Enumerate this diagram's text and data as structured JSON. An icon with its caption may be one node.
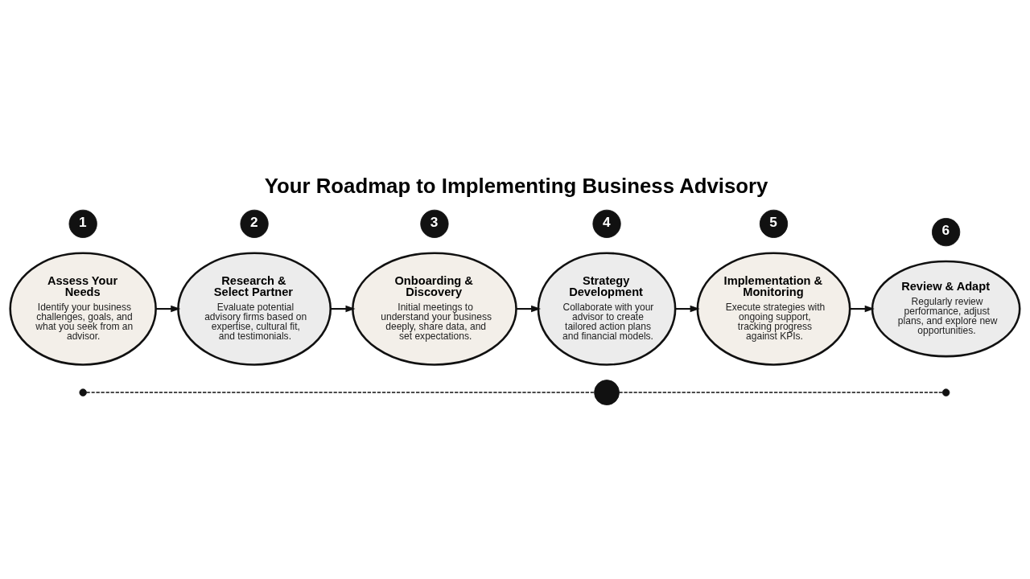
{
  "diagram": {
    "title": "Your Roadmap to Implementing Business Advisory",
    "nodes": [
      {
        "text": [
          "1"
        ]
      },
      {
        "text": [
          "Assess Your Needs",
          "Identify your business challenges, goals, and what you seek from an advisor."
        ]
      },
      {
        "text": [
          "2"
        ]
      },
      {
        "text": [
          "Research & Select Partner",
          "Evaluate potential advisory firms based on expertise, cultural fit, and testimonials."
        ]
      },
      {
        "text": [
          "3"
        ]
      },
      {
        "text": [
          "Onboarding & Discovery",
          "Initial meetings to understand your business deeply, share data, and set expectations."
        ]
      },
      {
        "text": [
          "4"
        ]
      },
      {
        "text": [
          "Strategy Development",
          "Collaborate with your advisor to create tailored action plans and financial models."
        ]
      },
      {
        "text": [
          "5"
        ]
      },
      {
        "text": [
          "Implementation & Monitoring",
          "Execute strategies with ongoing support, tracking progress against KPIs."
        ]
      },
      {
        "text": [
          "6"
        ]
      },
      {
        "text": [
          "Review & Adapt",
          "Regularly review performance, adjust plans, and explore new opportunities."
        ]
      },
      {
        "text": [],
        "shape": "circle"
      },
      {
        "text": [],
        "shape": "circle"
      },
      {
        "text": [],
        "shape": "circle"
      }
    ],
    "edges": [
      {
        "from": 1,
        "to": 3,
        "arrow": "to"
      },
      {
        "from": 3,
        "to": 5,
        "arrow": "to"
      },
      {
        "from": 5,
        "to": 7,
        "arrow": "to"
      },
      {
        "from": 7,
        "to": 9,
        "arrow": "to"
      },
      {
        "from": 9,
        "to": 11,
        "arrow": "to"
      },
      {
        "from": 12,
        "to": 13,
        "arrow": "none",
        "style": "dashed"
      },
      {
        "from": 13,
        "to": 14,
        "arrow": "none",
        "style": "dashed"
      }
    ]
  }
}
